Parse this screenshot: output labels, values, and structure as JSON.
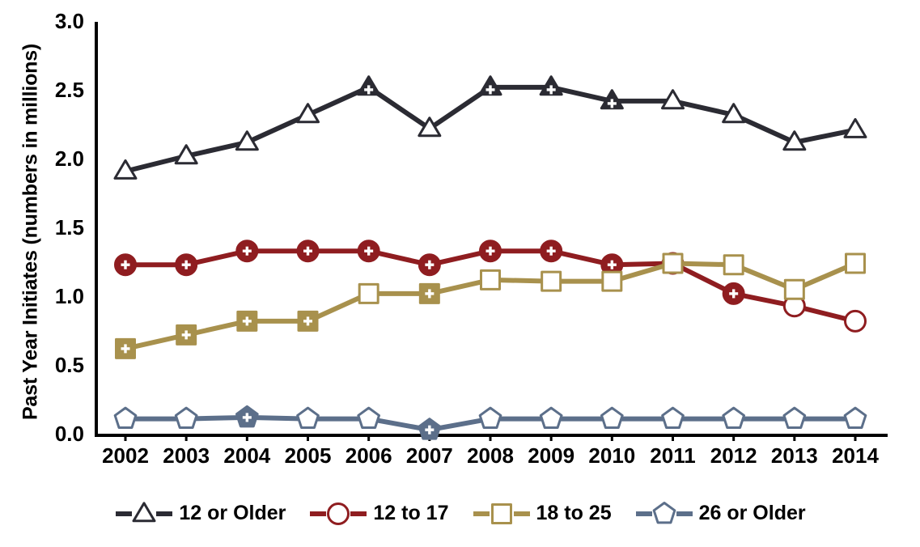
{
  "chart_data": {
    "type": "line",
    "title": "",
    "xlabel": "",
    "ylabel": "Past Year Initiates (numbers in millions)",
    "categories": [
      "2002",
      "2003",
      "2004",
      "2005",
      "2006",
      "2007",
      "2008",
      "2009",
      "2010",
      "2011",
      "2012",
      "2013",
      "2014"
    ],
    "x": [
      2002,
      2003,
      2004,
      2005,
      2006,
      2007,
      2008,
      2009,
      2010,
      2011,
      2012,
      2013,
      2014
    ],
    "ylim": [
      0.0,
      3.0
    ],
    "yticks": [
      0.0,
      0.5,
      1.0,
      1.5,
      2.0,
      2.5,
      3.0
    ],
    "ytick_labels": [
      "0.0",
      "0.5",
      "1.0",
      "1.5",
      "2.0",
      "2.5",
      "3.0"
    ],
    "grid": false,
    "legend_position": "bottom",
    "series": [
      {
        "name": "12 or Older",
        "color": "#2b2b33",
        "marker": "triangle",
        "values": [
          1.92,
          2.03,
          2.13,
          2.33,
          2.53,
          2.23,
          2.53,
          2.53,
          2.43,
          2.43,
          2.33,
          2.13,
          2.22
        ],
        "significant": [
          false,
          false,
          false,
          false,
          true,
          false,
          true,
          true,
          true,
          false,
          false,
          false,
          false
        ]
      },
      {
        "name": "12 to 17",
        "color": "#8f1d20",
        "marker": "circle",
        "values": [
          1.24,
          1.24,
          1.34,
          1.34,
          1.34,
          1.24,
          1.34,
          1.34,
          1.24,
          1.25,
          1.03,
          0.94,
          0.83
        ],
        "significant": [
          true,
          true,
          true,
          true,
          true,
          true,
          true,
          true,
          true,
          true,
          true,
          false,
          false
        ]
      },
      {
        "name": "18 to 25",
        "color": "#a8914d",
        "marker": "square",
        "values": [
          0.63,
          0.73,
          0.83,
          0.83,
          1.03,
          1.03,
          1.13,
          1.12,
          1.12,
          1.25,
          1.24,
          1.06,
          1.25
        ],
        "significant": [
          true,
          true,
          true,
          true,
          false,
          true,
          false,
          false,
          false,
          false,
          false,
          false,
          false
        ]
      },
      {
        "name": "26 or Older",
        "color": "#5c6f8a",
        "marker": "pentagon",
        "values": [
          0.12,
          0.12,
          0.13,
          0.12,
          0.12,
          0.04,
          0.12,
          0.12,
          0.12,
          0.12,
          0.12,
          0.12,
          0.12
        ],
        "significant": [
          false,
          false,
          true,
          false,
          false,
          true,
          false,
          false,
          false,
          false,
          false,
          false,
          false
        ]
      }
    ]
  },
  "legend": {
    "entries": [
      {
        "label": "12 or Older"
      },
      {
        "label": "12 to 17"
      },
      {
        "label": "18 to 25"
      },
      {
        "label": "26 or Older"
      }
    ]
  }
}
